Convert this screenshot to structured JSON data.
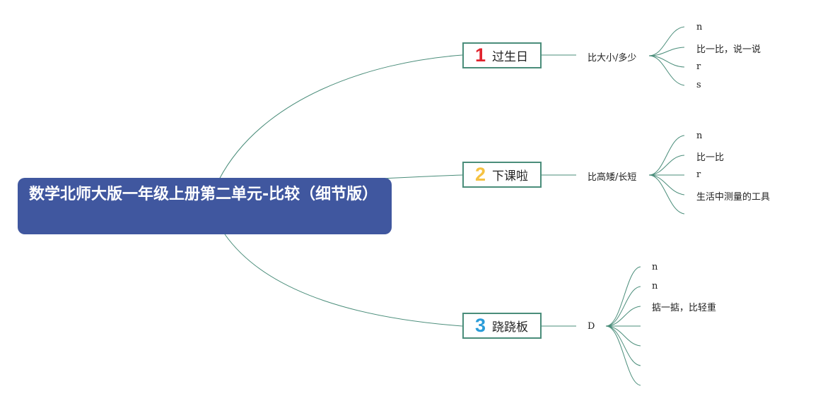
{
  "root": {
    "title": "数学北师大版一年级上册第二单元-比较（细节版）"
  },
  "colors": {
    "root_bg": "#40579f",
    "connector": "#4a8d7a",
    "num1": "#e0242e",
    "num2": "#f5c242",
    "num3": "#2a9cd8"
  },
  "branches": [
    {
      "number": "1",
      "label": "过生日",
      "topic": "比大小/多少",
      "leaves": [
        "n",
        "比一比，说一说",
        "r",
        "s"
      ]
    },
    {
      "number": "2",
      "label": "下课啦",
      "topic": "比高矮/长短",
      "leaves": [
        "n",
        "比一比",
        "r",
        "生活中测量的工具"
      ]
    },
    {
      "number": "3",
      "label": "跷跷板",
      "topic": "D",
      "leaves": [
        "n",
        "n",
        "掂一掂，比轻重",
        "",
        "",
        ""
      ]
    }
  ]
}
